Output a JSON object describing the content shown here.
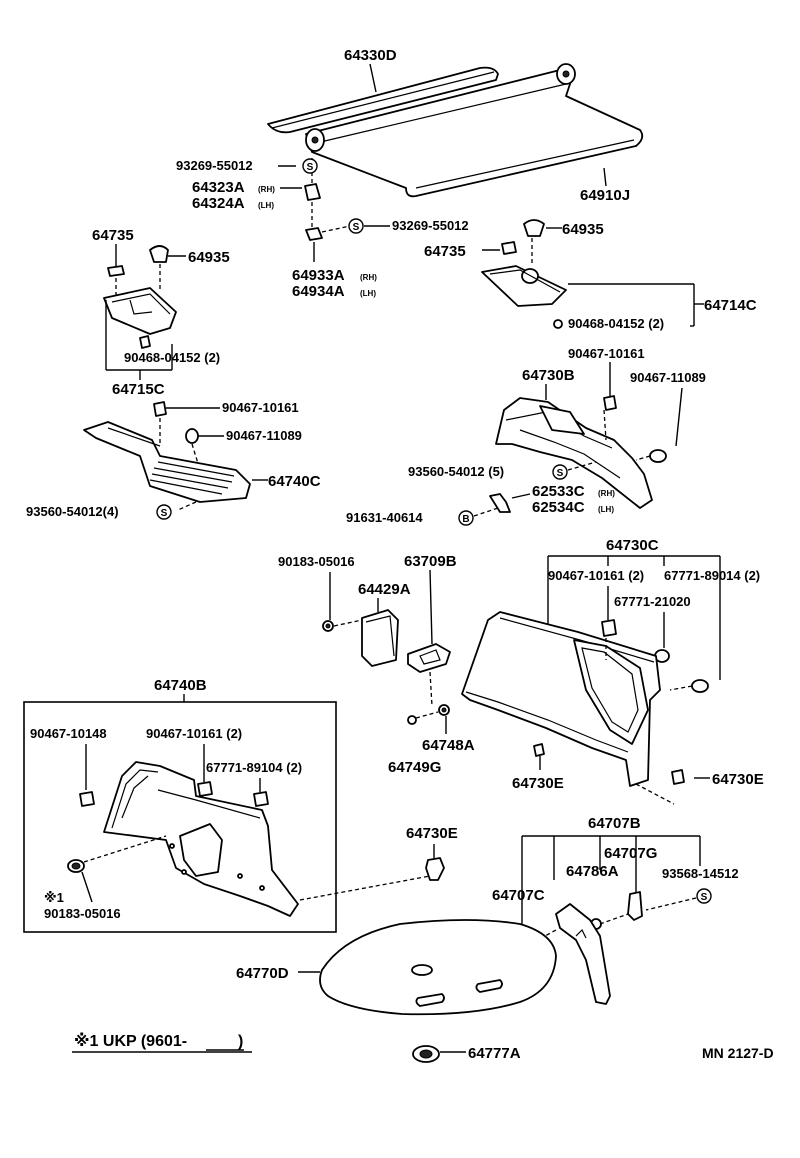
{
  "labels": {
    "l_64330D": "64330D",
    "l_93269_55012_a": "93269-55012",
    "l_64323A": "64323A",
    "l_64323A_sfx": "(RH)",
    "l_64324A": "64324A",
    "l_64324A_sfx": "(LH)",
    "l_64910J": "64910J",
    "l_93269_55012_b": "93269-55012",
    "l_64933A": "64933A",
    "l_64933A_sfx": "(RH)",
    "l_64934A": "64934A",
    "l_64934A_sfx": "(LH)",
    "l_64735_left": "64735",
    "l_64935_left": "64935",
    "l_64935_right": "64935",
    "l_64735_right": "64735",
    "l_64714C": "64714C",
    "l_90468_04152_right": "90468-04152  (2)",
    "l_90468_04152_left": "90468-04152  (2)",
    "l_64715C": "64715C",
    "l_90467_10161_top": "90467-10161",
    "l_64730B": "64730B",
    "l_90467_11089_right": "90467-11089",
    "l_90467_10161_left": "90467-10161",
    "l_90467_11089_left": "90467-11089",
    "l_64740C": "64740C",
    "l_93560_54012_right": "93560-54012 (5)",
    "l_62533C": "62533C",
    "l_62533C_sfx": "(RH)",
    "l_62534C": "62534C",
    "l_62534C_sfx": "(LH)",
    "l_93560_54012_left": "93560-54012(4)",
    "l_91631_40614": "91631-40614",
    "l_90183_05016_top": "90183-05016",
    "l_63709B": "63709B",
    "l_64730C": "64730C",
    "l_64429A": "64429A",
    "l_90467_10161_2": "90467-10161 (2)",
    "l_67771_89014": "67771-89014 (2)",
    "l_67771_21020": "67771-21020",
    "l_64740B": "64740B",
    "l_90467_10148": "90467-10148",
    "l_90467_10161_2b": "90467-10161 (2)",
    "l_67771_89104": "67771-89104  (2)",
    "l_64748A": "64748A",
    "l_64749G": "64749G",
    "l_64730E_mid": "64730E",
    "l_64730E_right": "64730E",
    "l_64730E_low": "64730E",
    "l_ast1": "※1",
    "l_90183_05016_bot": "90183-05016",
    "l_64707B": "64707B",
    "l_64707G": "64707G",
    "l_64786A": "64786A",
    "l_93568_14512": "93568-14512",
    "l_64707C": "64707C",
    "l_64770D": "64770D",
    "l_64777A": "64777A"
  },
  "symbols": {
    "s": "S",
    "b": "B"
  },
  "footnote": "※1 UKP (9601-",
  "diagram_code": "MN 2127-D"
}
